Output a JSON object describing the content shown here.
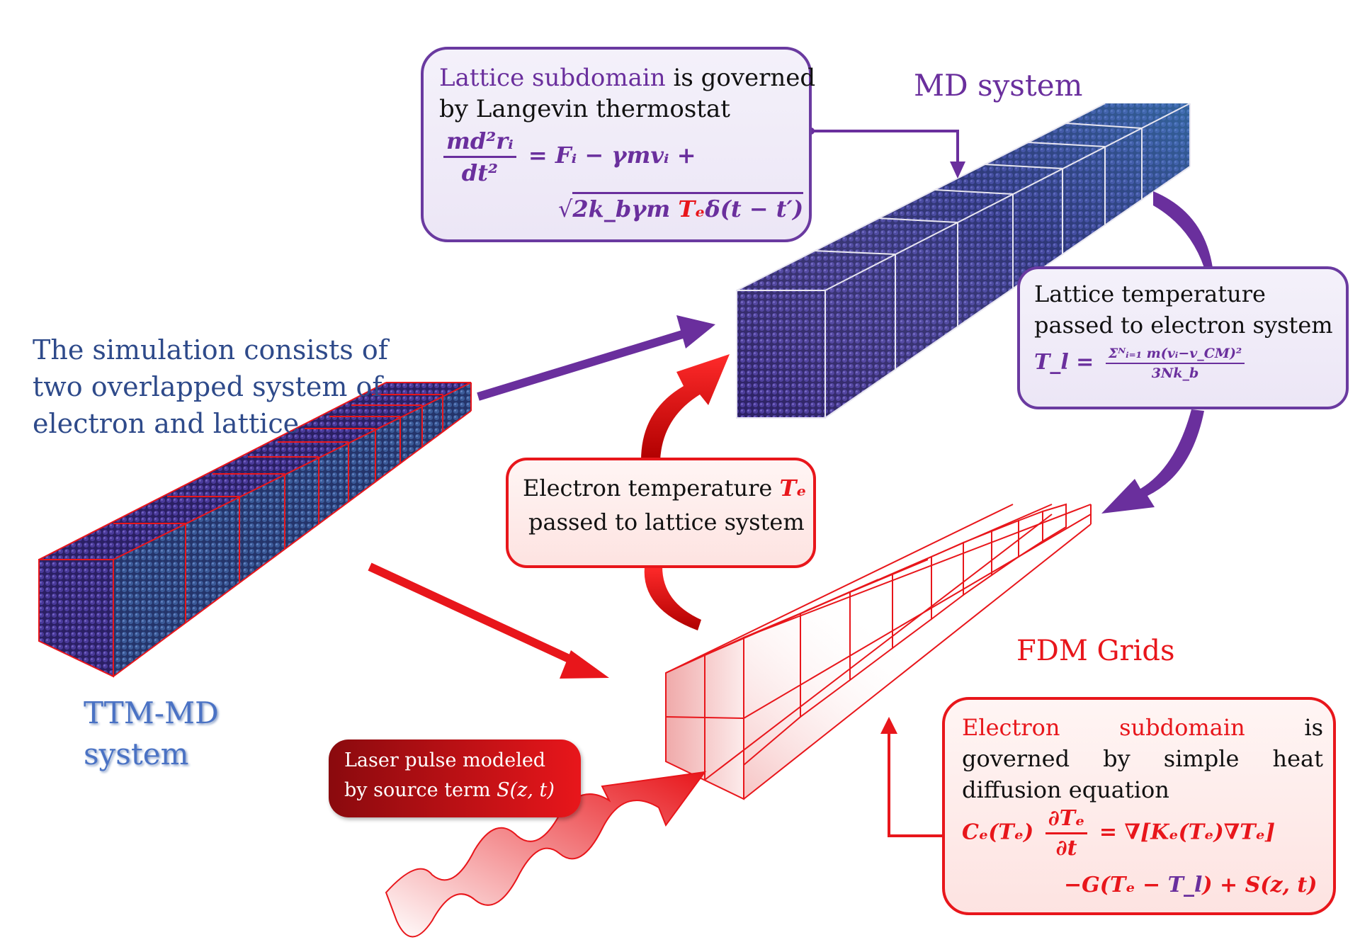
{
  "colors": {
    "purple": "#6a2f9d",
    "red": "#e8161b",
    "blue": "#2e4a8a",
    "lightblue": "#4a72c4",
    "atom": "#3a2a7a"
  },
  "left_caption": {
    "line1": "The simulation consists of",
    "line2": "two overlapped system of",
    "line3": "electron and lattice"
  },
  "ttm_label": {
    "line1": "TTM-MD",
    "line2": "system"
  },
  "md_label": "MD system",
  "fdm_label": "FDM Grids",
  "lattice_box": {
    "lead_colored": "Lattice subdomain",
    "lead_rest": " is governed",
    "line2": "by Langevin thermostat",
    "eq_lhs_num": "md²rᵢ",
    "eq_lhs_den": "dt²",
    "eq_rhs1": "= Fᵢ − γmvᵢ +",
    "eq_sqrt_a": "2k_bγm ",
    "eq_sqrt_te": "Tₑ",
    "eq_sqrt_b": "δ(t − t′)"
  },
  "lattice_temp_box": {
    "line1": "Lattice temperature",
    "line2": "passed to electron system",
    "eq_lhs": "T_l =",
    "eq_num": "Σᴺᵢ₌₁ m(vᵢ−v_CM)²",
    "eq_den": "3Nk_b"
  },
  "electron_temp_box": {
    "line1a": "Electron temperature ",
    "line1b": "Tₑ",
    "line2": "passed to lattice system"
  },
  "electron_box": {
    "w1": "Electron",
    "w2": "subdomain",
    "w3": "is",
    "line2": [
      "governed",
      "by",
      "simple",
      "heat"
    ],
    "line3": "diffusion equation",
    "eq1_a": "Cₑ(Tₑ)",
    "eq1_num": "∂Tₑ",
    "eq1_den": "∂t",
    "eq1_b": "= ∇[Kₑ(Tₑ)∇Tₑ]",
    "eq2_a": "−G(Tₑ − ",
    "eq2_tl": "T_l",
    "eq2_b": ") + S(z, t)"
  },
  "laser_box": {
    "line1": "Laser pulse modeled",
    "line2_a": "by source term ",
    "line2_b": "S(z, t)"
  }
}
